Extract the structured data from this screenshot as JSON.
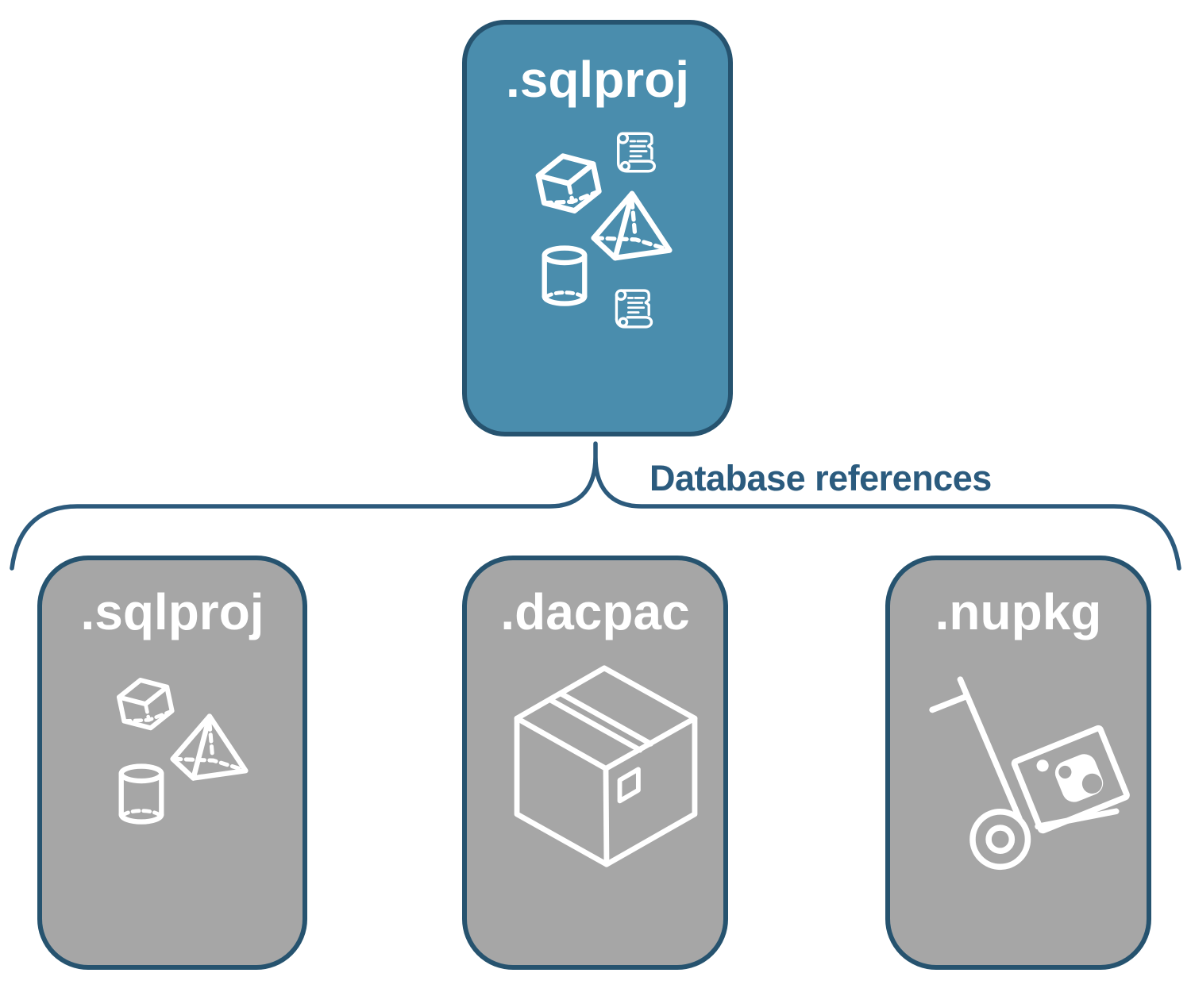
{
  "diagram": {
    "root": {
      "label": ".sqlproj",
      "variant": "accent",
      "icons": [
        "cube-icon",
        "scroll-icon",
        "pyramid-icon",
        "cylinder-icon",
        "scroll-icon"
      ]
    },
    "connector": {
      "label": "Database references"
    },
    "children": [
      {
        "label": ".sqlproj",
        "variant": "gray",
        "icons": [
          "cube-icon",
          "pyramid-icon",
          "cylinder-icon"
        ]
      },
      {
        "label": ".dacpac",
        "variant": "gray",
        "icons": [
          "package-box-icon"
        ]
      },
      {
        "label": ".nupkg",
        "variant": "gray",
        "icons": [
          "hand-truck-package-icon"
        ]
      }
    ]
  },
  "colors": {
    "accent": "#4a8dad",
    "card-gray": "#a6a6a6",
    "border": "#26536f",
    "line": "#2c5a7c",
    "label-text": "#2b5b7e",
    "icon-stroke": "#ffffff",
    "page-bg": "#ffffff"
  }
}
